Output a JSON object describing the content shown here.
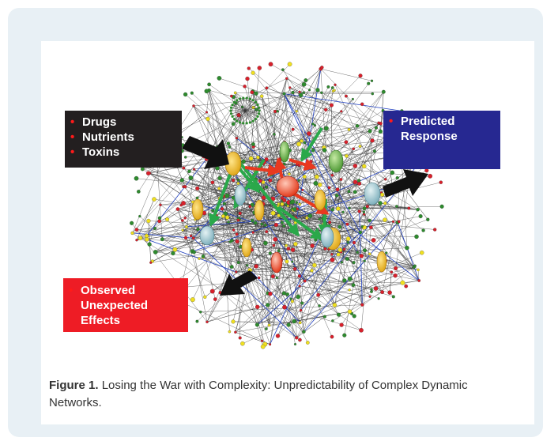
{
  "boxes": {
    "inputs": [
      "Drugs",
      "Nutrients",
      "Toxins"
    ],
    "response": [
      "Predicted Response"
    ],
    "effects": [
      "Observed Unexpected Effects"
    ]
  },
  "caption": {
    "label": "Figure 1.",
    "text": "Losing the War with Complexity: Unpredictability of Complex Dynamic Networks."
  },
  "colors": {
    "frame": "#e8f0f5",
    "inputs_box": "#231f20",
    "response_box": "#262891",
    "effects_box": "#ee1c25",
    "bullet": "#ff1a1a",
    "edge": "#333333",
    "node_red": "#d8202b",
    "node_yellow": "#f0e020",
    "node_green": "#2e8b2e",
    "arrow_green": "#2aa84a",
    "arrow_red": "#e8391f",
    "blue_edge": "#2040c0"
  }
}
